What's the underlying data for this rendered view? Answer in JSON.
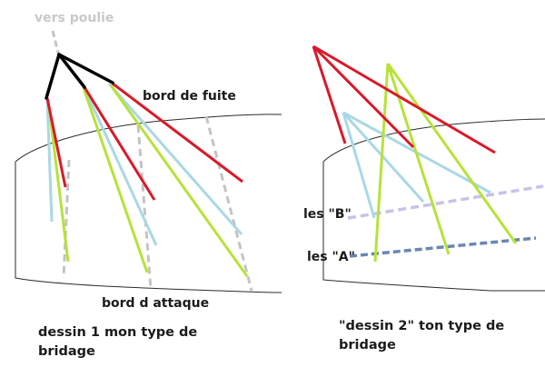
{
  "colors": {
    "background": "#ffffff",
    "red": "#d9192a",
    "light_blue": "#a9d8e6",
    "lime_green": "#b7e23a",
    "black": "#000000",
    "gray_dashed": "#c4c4c4",
    "lavender_dashed": "#c6c3ea",
    "blue_dashed": "#6a86b2",
    "outline": "#2b2b2b"
  },
  "drawing1": {
    "label_vers_poulie": "vers poulie",
    "label_bord_de_fuite": "bord de fuite",
    "label_bord_attaque": "bord d attaque",
    "caption_line1": "dessin 1 mon type de",
    "caption_line2": "bridage"
  },
  "drawing2": {
    "label_les_b": "les \"B\"",
    "label_les_a": "les \"A\"",
    "caption_line1": "\"dessin 2\" ton type de",
    "caption_line2": "bridage"
  }
}
